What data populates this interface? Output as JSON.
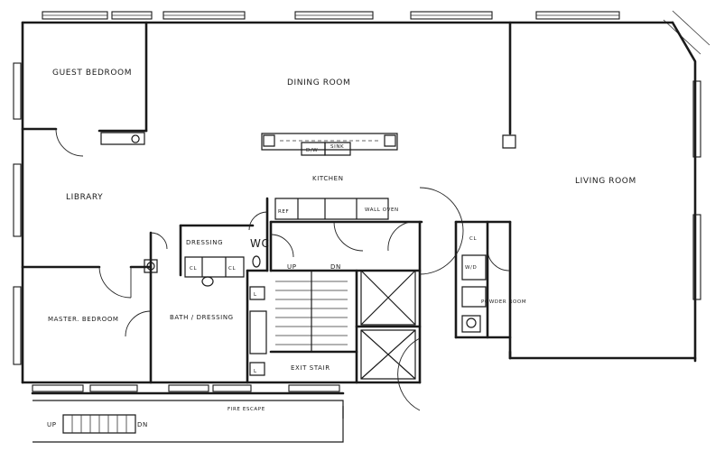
{
  "rooms": {
    "guest_bedroom": "GUEST BEDROOM",
    "dining_room": "DINING ROOM",
    "kitchen": "KITCHEN",
    "library": "LIBRARY",
    "living_room": "LIVING ROOM",
    "dressing": "DRESSING",
    "wc": "WC",
    "master_bedroom": "MASTER. BEDROOM",
    "bath_dressing": "BATH / DRESSING",
    "exit_stair": "EXIT STAIR",
    "powder_room": "POWDER ROOM",
    "fire_escape": "FIRE ESCAPE"
  },
  "fixtures": {
    "dw": "D/W",
    "sink": "SINK",
    "ref": "REF",
    "wall_oven": "WALL OVEN",
    "cl": "CL",
    "wd": "W/D",
    "l": "L"
  },
  "stair": {
    "up": "UP",
    "dn": "DN"
  }
}
